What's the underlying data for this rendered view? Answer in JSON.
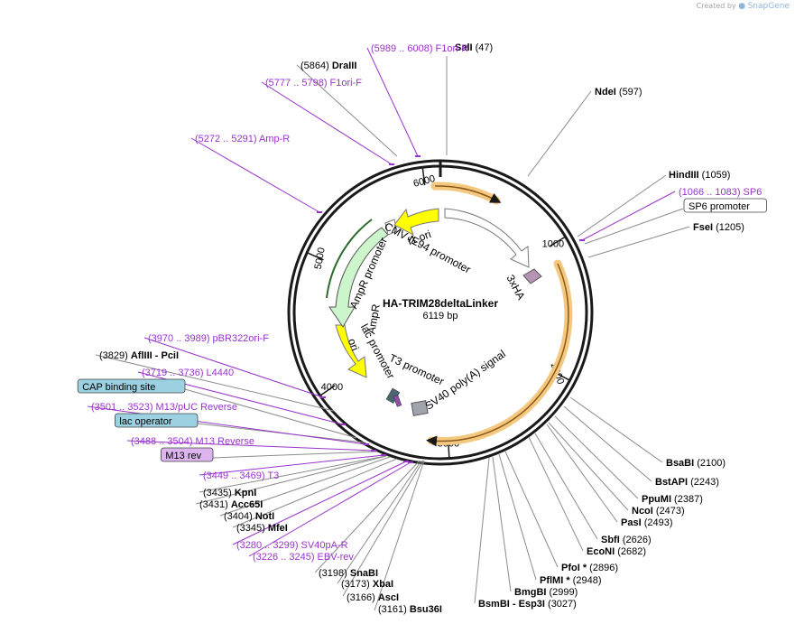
{
  "brand": {
    "created_by": "Created by",
    "product": "SnapGene"
  },
  "plasmid": {
    "name": "HA-TRIM28deltaLinker",
    "size_label": "6119 bp",
    "length": 6119
  },
  "ticks": [
    {
      "label": "1000",
      "bp": 1000
    },
    {
      "label": "2000",
      "bp": 2000
    },
    {
      "label": "3000",
      "bp": 3000
    },
    {
      "label": "4000",
      "bp": 4000
    },
    {
      "label": "5000",
      "bp": 5000
    },
    {
      "label": "6000",
      "bp": 6000
    }
  ],
  "features": [
    {
      "label": "CMV IE94 promoter",
      "type": "promoter"
    },
    {
      "label": "3xHA",
      "type": "tag"
    },
    {
      "label": "SV40 poly(A) signal",
      "type": "terminator"
    },
    {
      "label": "T3 promoter",
      "type": "promoter"
    },
    {
      "label": "lac promoter",
      "type": "promoter"
    },
    {
      "label": "ori",
      "type": "origin"
    },
    {
      "label": "AmpR",
      "type": "cds"
    },
    {
      "label": "AmpR promoter",
      "type": "promoter"
    },
    {
      "label": "f1 ori",
      "type": "origin"
    }
  ],
  "colors": {
    "backbone": "#1a1a1a",
    "site_line": "#8c8c8c",
    "primer": "#9933cc",
    "promoter": "#ffffff",
    "origin": "#ffff00",
    "ampr": "#ccf5cc",
    "orf_highlight": "#f5c87f",
    "tag": "#b894b4",
    "polyA": "#a0a4ad",
    "feature_box": "#9bd1e0",
    "m13rev_box": "#dcb4ee"
  },
  "labels": [
    {
      "text": "SalI",
      "pos": "(47)",
      "kind": "site"
    },
    {
      "text": "NdeI",
      "pos": "(597)",
      "kind": "site"
    },
    {
      "text": "HindIII",
      "pos": "(1059)",
      "kind": "site"
    },
    {
      "text": "SP6",
      "pos": "(1066 .. 1083)",
      "kind": "primer"
    },
    {
      "text": "SP6 promoter",
      "pos": "",
      "kind": "box"
    },
    {
      "text": "FseI",
      "pos": "(1205)",
      "kind": "site"
    },
    {
      "text": "BsaBI",
      "pos": "(2100)",
      "kind": "site"
    },
    {
      "text": "BstAPI",
      "pos": "(2243)",
      "kind": "site"
    },
    {
      "text": "PpuMI",
      "pos": "(2387)",
      "kind": "site"
    },
    {
      "text": "NcoI",
      "pos": "(2473)",
      "kind": "site"
    },
    {
      "text": "PasI",
      "pos": "(2493)",
      "kind": "site"
    },
    {
      "text": "SbfI",
      "pos": "(2626)",
      "kind": "site"
    },
    {
      "text": "EcoNI",
      "pos": "(2682)",
      "kind": "site"
    },
    {
      "text": "PfoI *",
      "pos": "(2896)",
      "kind": "site"
    },
    {
      "text": "PflMI *",
      "pos": "(2948)",
      "kind": "site"
    },
    {
      "text": "BmgBI",
      "pos": "(2999)",
      "kind": "site"
    },
    {
      "text": "BsmBI",
      "pos": "(3027)",
      "kind": "site",
      "extra": "- Esp3I"
    },
    {
      "text": "Bsu36I",
      "pos": "(3161)",
      "kind": "site"
    },
    {
      "text": "AscI",
      "pos": "(3166)",
      "kind": "site"
    },
    {
      "text": "XbaI",
      "pos": "(3173)",
      "kind": "site"
    },
    {
      "text": "SnaBI",
      "pos": "(3198)",
      "kind": "site"
    },
    {
      "text": "EBV-rev",
      "pos": "(3226 .. 3245)",
      "kind": "primer"
    },
    {
      "text": "SV40pA-R",
      "pos": "(3280 .. 3299)",
      "kind": "primer"
    },
    {
      "text": "MfeI",
      "pos": "(3345)",
      "kind": "site"
    },
    {
      "text": "NotI",
      "pos": "(3404)",
      "kind": "site"
    },
    {
      "text": "Acc65I",
      "pos": "(3431)",
      "kind": "site"
    },
    {
      "text": "KpnI",
      "pos": "(3435)",
      "kind": "site"
    },
    {
      "text": "T3",
      "pos": "(3449 .. 3469)",
      "kind": "primer"
    },
    {
      "text": "M13 rev",
      "pos": "",
      "kind": "box"
    },
    {
      "text": "M13 Reverse",
      "pos": "(3488 .. 3504)",
      "kind": "primer"
    },
    {
      "text": "lac operator",
      "pos": "",
      "kind": "box"
    },
    {
      "text": "M13/pUC Reverse",
      "pos": "(3501 .. 3523)",
      "kind": "primer"
    },
    {
      "text": "CAP binding site",
      "pos": "",
      "kind": "box"
    },
    {
      "text": "L4440",
      "pos": "(3719 .. 3736)",
      "kind": "primer"
    },
    {
      "text": "AflIII",
      "pos": "(3829)",
      "kind": "site",
      "extra": "- PciI"
    },
    {
      "text": "pBR322ori-F",
      "pos": "(3970 .. 3989)",
      "kind": "primer"
    },
    {
      "text": "Amp-R",
      "pos": "(5272 .. 5291)",
      "kind": "primer"
    },
    {
      "text": "F1ori-F",
      "pos": "(5777 .. 5798)",
      "kind": "primer"
    },
    {
      "text": "DraIII",
      "pos": "(5864)",
      "kind": "site"
    },
    {
      "text": "F1ori-R",
      "pos": "(5989 .. 6008)",
      "kind": "primer"
    }
  ]
}
